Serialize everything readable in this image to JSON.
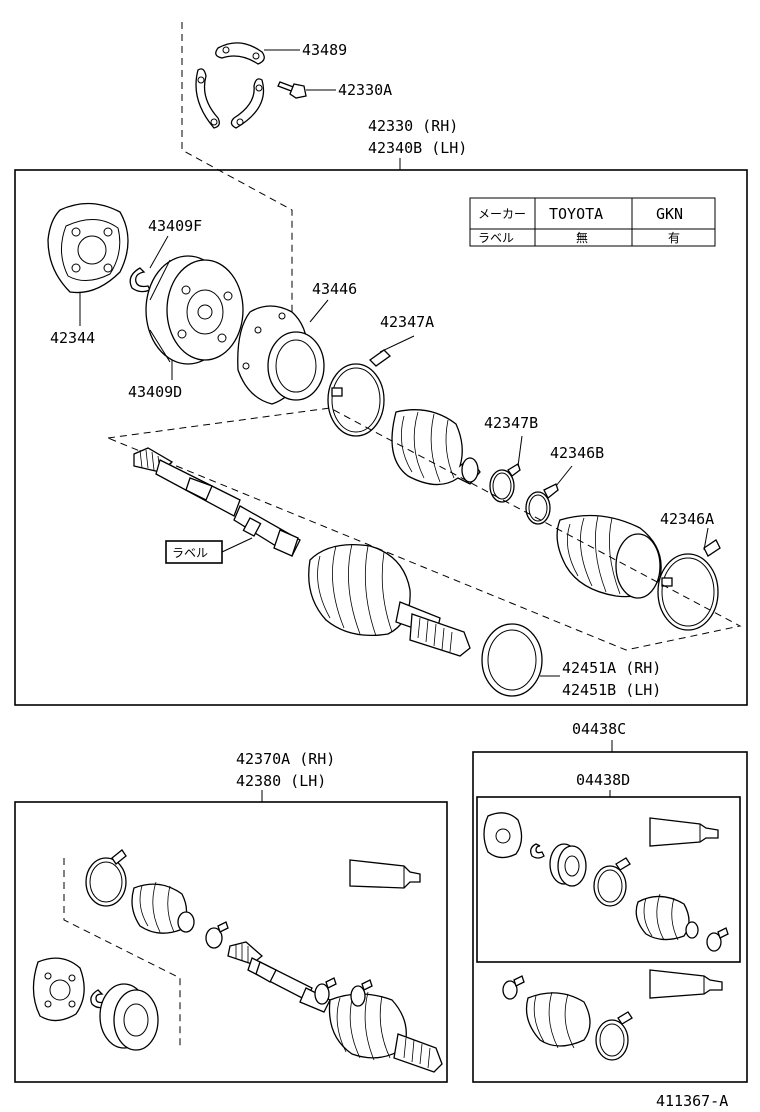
{
  "labels": {
    "p43489": "43489",
    "p42330A": "42330A",
    "p42330_rh": "42330 (RH)",
    "p42340B_lh": "42340B (LH)",
    "p43409F": "43409F",
    "p42344": "42344",
    "p43409D": "43409D",
    "p43446": "43446",
    "p42347A": "42347A",
    "p42347B": "42347B",
    "p42346B": "42346B",
    "p42346A": "42346A",
    "label_tag": "ラベル",
    "p42451A_rh": "42451A (RH)",
    "p42451B_lh": "42451B (LH)",
    "p42370A_rh": "42370A (RH)",
    "p42380_lh": "42380 (LH)",
    "p04438C": "04438C",
    "p04438D": "04438D",
    "diagram_id": "411367-A"
  },
  "maker_table": {
    "header_left": "メーカー",
    "col1": "TOYOTA",
    "col2": "GKN",
    "row_label": "ラベル",
    "val1": "無",
    "val2": "有"
  }
}
